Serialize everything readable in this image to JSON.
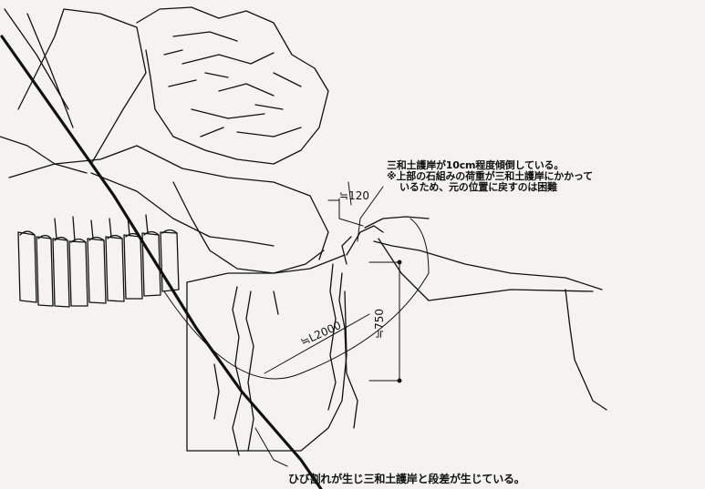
{
  "annotations": {
    "tilt_note": {
      "line1": "三和土護岸が10cm程度傾倒している。",
      "line2": "※上部の石組みの荷重が三和土護岸にかかって",
      "line3": "いるため、元の位置に戻すのは困難"
    },
    "crack_note": "ひび割れが生じ三和土護岸と段差が生じている。"
  },
  "dimensions": {
    "offset": "≒120",
    "length": "≒L2000",
    "height": "≒750"
  },
  "colors": {
    "line": "#111111",
    "paper": "#f4f3ef"
  }
}
